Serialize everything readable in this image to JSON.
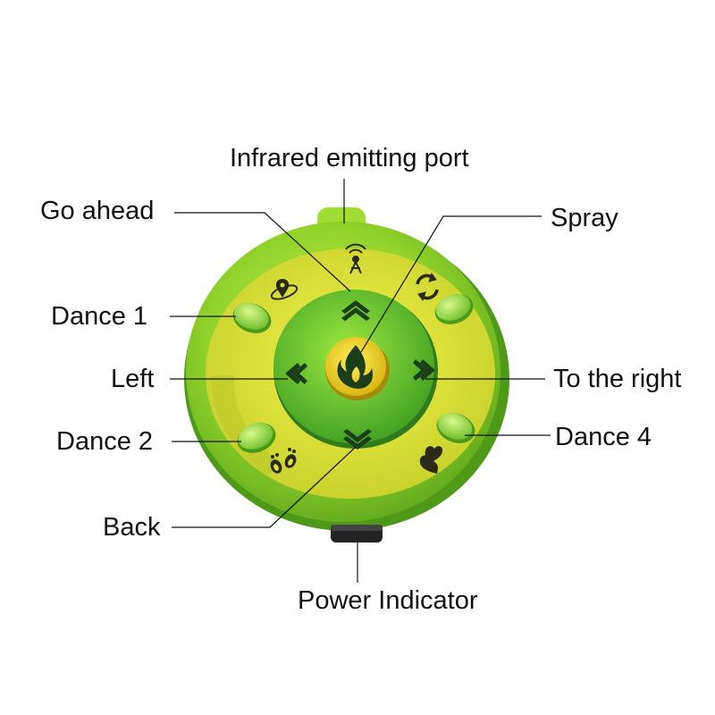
{
  "labels": {
    "infrared": "Infrared emitting port",
    "go_ahead": "Go ahead",
    "spray": "Spray",
    "dance1": "Dance 1",
    "left": "Left",
    "to_the_right": "To the right",
    "dance2": "Dance 2",
    "dance4": "Dance 4",
    "back": "Back",
    "power": "Power Indicator"
  },
  "colors": {
    "shell": "#8fd12a",
    "ring": "#e3e338",
    "inner_ring": "#6cc92c",
    "center": "#f2d21a",
    "arrows": "#1a3d1a",
    "leader": "#111111"
  },
  "icons": [
    "antenna-icon",
    "location-orbit-icon",
    "rotate-icon",
    "flame-icon",
    "footprints-icon",
    "hearts-icon"
  ]
}
